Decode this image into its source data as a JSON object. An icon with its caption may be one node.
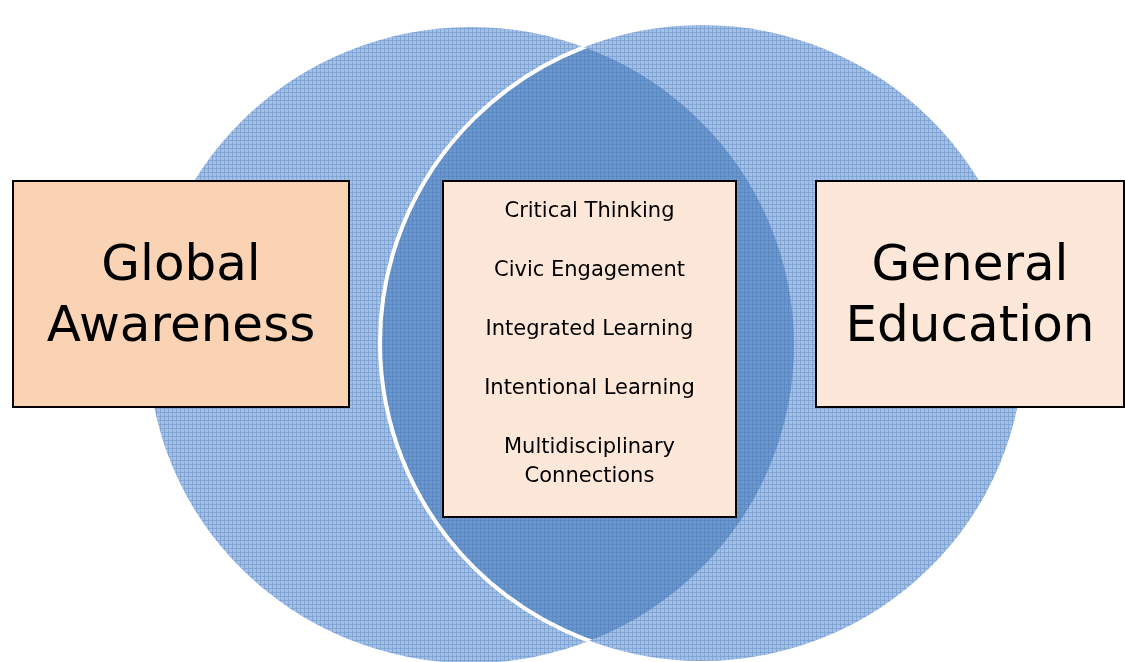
{
  "diagram": {
    "nodes": [
      {
        "text": [
          "Global Awareness"
        ]
      },
      {
        "text": [
          "Critical Thinking",
          "Civic Engagement",
          "Integrated Learning",
          "Intentional Learning",
          "Multidisciplinary Connections"
        ]
      },
      {
        "text": [
          "General Education"
        ]
      }
    ]
  }
}
